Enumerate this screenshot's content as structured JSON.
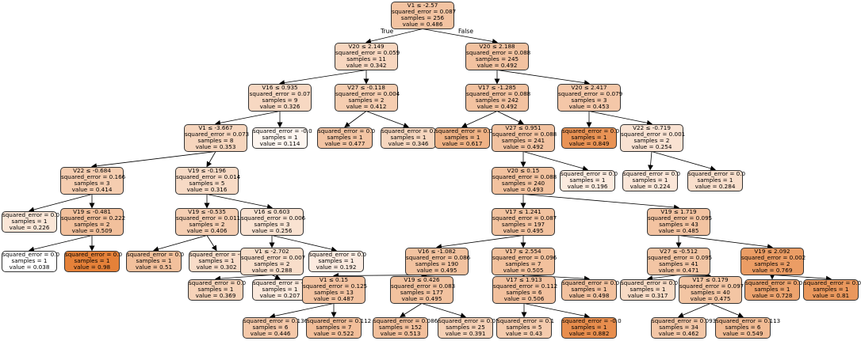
{
  "edge_labels": {
    "true_label": "True",
    "false_label": "False"
  },
  "nodes": [
    {
      "id": "n0",
      "lines": [
        "V1 ≤ -2.57",
        "squared_error = 0.087",
        "samples = 256",
        "value = 0.486"
      ]
    },
    {
      "id": "n1",
      "lines": [
        "V20 ≤ 2.149",
        "squared_error = 0.059",
        "samples = 11",
        "value = 0.342"
      ]
    },
    {
      "id": "n2",
      "lines": [
        "V20 ≤ 2.188",
        "squared_error = 0.088",
        "samples = 245",
        "value = 0.492"
      ]
    },
    {
      "id": "n3",
      "lines": [
        "V16 ≤ 0.935",
        "squared_error = 0.07",
        "samples = 9",
        "value = 0.326"
      ]
    },
    {
      "id": "n4",
      "lines": [
        "V27 ≤ -0.118",
        "squared_error = 0.004",
        "samples = 2",
        "value = 0.412"
      ]
    },
    {
      "id": "n5",
      "lines": [
        "V17 ≤ -1.285",
        "squared_error = 0.088",
        "samples = 242",
        "value = 0.492"
      ]
    },
    {
      "id": "n6",
      "lines": [
        "V20 ≤ 2.417",
        "squared_error = 0.079",
        "samples = 3",
        "value = 0.453"
      ]
    },
    {
      "id": "n7",
      "lines": [
        "V1 ≤ -3.667",
        "squared_error = 0.073",
        "samples = 8",
        "value = 0.353"
      ]
    },
    {
      "id": "n8",
      "lines": [
        "squared_error = -0.0",
        "samples = 1",
        "value = 0.114"
      ]
    },
    {
      "id": "n9",
      "lines": [
        "squared_error = 0.0",
        "samples = 1",
        "value = 0.477"
      ]
    },
    {
      "id": "n10",
      "lines": [
        "squared_error = 0.0",
        "samples = 1",
        "value = 0.346"
      ]
    },
    {
      "id": "n11",
      "lines": [
        "squared_error = 0.0",
        "samples = 1",
        "value = 0.617"
      ]
    },
    {
      "id": "n12",
      "lines": [
        "V27 ≤ 0.951",
        "squared_error = 0.088",
        "samples = 241",
        "value = 0.492"
      ]
    },
    {
      "id": "n13",
      "lines": [
        "squared_error = 0.0",
        "samples = 1",
        "value = 0.849"
      ]
    },
    {
      "id": "n14",
      "lines": [
        "V22 ≤ -0.719",
        "squared_error = 0.001",
        "samples = 2",
        "value = 0.254"
      ]
    },
    {
      "id": "n15",
      "lines": [
        "V22 ≤ -0.684",
        "squared_error = 0.166",
        "samples = 3",
        "value = 0.414"
      ]
    },
    {
      "id": "n16",
      "lines": [
        "V19 ≤ -0.196",
        "squared_error = 0.014",
        "samples = 5",
        "value = 0.316"
      ]
    },
    {
      "id": "n17",
      "lines": [
        "V20 ≤ 0.15",
        "squared_error = 0.088",
        "samples = 240",
        "value = 0.493"
      ]
    },
    {
      "id": "n18",
      "lines": [
        "squared_error = 0.0",
        "samples = 1",
        "value = 0.196"
      ]
    },
    {
      "id": "n19",
      "lines": [
        "squared_error = 0.0",
        "samples = 1",
        "value = 0.224"
      ]
    },
    {
      "id": "n20",
      "lines": [
        "squared_error = 0.0",
        "samples = 1",
        "value = 0.284"
      ]
    },
    {
      "id": "n21",
      "lines": [
        "squared_error = 0.0",
        "samples = 1",
        "value = 0.226"
      ]
    },
    {
      "id": "n22",
      "lines": [
        "V19 ≤ -0.481",
        "squared_error = 0.222",
        "samples = 2",
        "value = 0.509"
      ]
    },
    {
      "id": "n23",
      "lines": [
        "V19 ≤ -0.535",
        "squared_error = 0.011",
        "samples = 2",
        "value = 0.406"
      ]
    },
    {
      "id": "n24",
      "lines": [
        "V16 ≤ 0.603",
        "squared_error = 0.006",
        "samples = 3",
        "value = 0.256"
      ]
    },
    {
      "id": "n25",
      "lines": [
        "V17 ≤ 1.241",
        "squared_error = 0.087",
        "samples = 197",
        "value = 0.495"
      ]
    },
    {
      "id": "n26",
      "lines": [
        "V19 ≤ 1.719",
        "squared_error = 0.095",
        "samples = 43",
        "value = 0.485"
      ]
    },
    {
      "id": "n27",
      "lines": [
        "squared_error = 0.0",
        "samples = 1",
        "value = 0.038"
      ]
    },
    {
      "id": "n28",
      "lines": [
        "squared_error = 0.0",
        "samples = 1",
        "value = 0.98"
      ]
    },
    {
      "id": "n29",
      "lines": [
        "squared_error = 0.0",
        "samples = 1",
        "value = 0.51"
      ]
    },
    {
      "id": "n30",
      "lines": [
        "squared_error = -0.0",
        "samples = 1",
        "value = 0.302"
      ]
    },
    {
      "id": "n31",
      "lines": [
        "V1 ≤ -2.702",
        "squared_error = 0.007",
        "samples = 2",
        "value = 0.288"
      ]
    },
    {
      "id": "n32",
      "lines": [
        "squared_error = 0.0",
        "samples = 1",
        "value = 0.192"
      ]
    },
    {
      "id": "n33",
      "lines": [
        "V16 ≤ -1.082",
        "squared_error = 0.086",
        "samples = 190",
        "value = 0.495"
      ]
    },
    {
      "id": "n34",
      "lines": [
        "V17 ≤ 2.554",
        "squared_error = 0.096",
        "samples = 7",
        "value = 0.505"
      ]
    },
    {
      "id": "n35",
      "lines": [
        "V27 ≤ -0.512",
        "squared_error = 0.095",
        "samples = 41",
        "value = 0.471"
      ]
    },
    {
      "id": "n36",
      "lines": [
        "V19 ≤ 2.092",
        "squared_error = 0.002",
        "samples = 2",
        "value = 0.769"
      ]
    },
    {
      "id": "n37",
      "lines": [
        "squared_error = 0.0",
        "samples = 1",
        "value = 0.369"
      ]
    },
    {
      "id": "n38",
      "lines": [
        "squared_error = -0.0",
        "samples = 1",
        "value = 0.207"
      ]
    },
    {
      "id": "n39",
      "lines": [
        "V1 ≤ 0.15",
        "squared_error = 0.125",
        "samples = 13",
        "value = 0.487"
      ]
    },
    {
      "id": "n40",
      "lines": [
        "V19 ≤ 0.426",
        "squared_error = 0.083",
        "samples = 177",
        "value = 0.495"
      ]
    },
    {
      "id": "n41",
      "lines": [
        "V17 ≤ 1.913",
        "squared_error = 0.112",
        "samples = 6",
        "value = 0.506"
      ]
    },
    {
      "id": "n42",
      "lines": [
        "squared_error = 0.0",
        "samples = 1",
        "value = 0.498"
      ]
    },
    {
      "id": "n43",
      "lines": [
        "squared_error = 0.0",
        "samples = 1",
        "value = 0.317"
      ]
    },
    {
      "id": "n44",
      "lines": [
        "V17 ≤ 0.179",
        "squared_error = 0.097",
        "samples = 40",
        "value = 0.475"
      ]
    },
    {
      "id": "n45",
      "lines": [
        "squared_error = 0.0",
        "samples = 1",
        "value = 0.728"
      ]
    },
    {
      "id": "n46",
      "lines": [
        "squared_error = 0.0",
        "samples = 1",
        "value = 0.81"
      ]
    },
    {
      "id": "n47",
      "lines": [
        "squared_error = 0.136",
        "samples = 6",
        "value = 0.446"
      ]
    },
    {
      "id": "n48",
      "lines": [
        "squared_error = 0.112",
        "samples = 7",
        "value = 0.522"
      ]
    },
    {
      "id": "n49",
      "lines": [
        "squared_error = 0.086",
        "samples = 152",
        "value = 0.513"
      ]
    },
    {
      "id": "n50",
      "lines": [
        "squared_error = 0.055",
        "samples = 25",
        "value = 0.391"
      ]
    },
    {
      "id": "n51",
      "lines": [
        "squared_error = 0.1",
        "samples = 5",
        "value = 0.43"
      ]
    },
    {
      "id": "n52",
      "lines": [
        "squared_error = -0.0",
        "samples = 1",
        "value = 0.882"
      ]
    },
    {
      "id": "n53",
      "lines": [
        "squared_error = 0.093",
        "samples = 34",
        "value = 0.462"
      ]
    },
    {
      "id": "n54",
      "lines": [
        "squared_error = 0.113",
        "samples = 6",
        "value = 0.549"
      ]
    }
  ],
  "edges": [
    [
      "n0",
      "n1"
    ],
    [
      "n0",
      "n2"
    ],
    [
      "n1",
      "n3"
    ],
    [
      "n1",
      "n4"
    ],
    [
      "n2",
      "n5"
    ],
    [
      "n2",
      "n6"
    ],
    [
      "n3",
      "n7"
    ],
    [
      "n3",
      "n8"
    ],
    [
      "n4",
      "n9"
    ],
    [
      "n4",
      "n10"
    ],
    [
      "n5",
      "n11"
    ],
    [
      "n5",
      "n12"
    ],
    [
      "n6",
      "n13"
    ],
    [
      "n6",
      "n14"
    ],
    [
      "n7",
      "n15"
    ],
    [
      "n7",
      "n16"
    ],
    [
      "n12",
      "n17"
    ],
    [
      "n12",
      "n18"
    ],
    [
      "n14",
      "n19"
    ],
    [
      "n14",
      "n20"
    ],
    [
      "n15",
      "n21"
    ],
    [
      "n15",
      "n22"
    ],
    [
      "n16",
      "n23"
    ],
    [
      "n16",
      "n24"
    ],
    [
      "n17",
      "n25"
    ],
    [
      "n17",
      "n26"
    ],
    [
      "n22",
      "n27"
    ],
    [
      "n22",
      "n28"
    ],
    [
      "n23",
      "n29"
    ],
    [
      "n23",
      "n30"
    ],
    [
      "n24",
      "n31"
    ],
    [
      "n24",
      "n32"
    ],
    [
      "n25",
      "n33"
    ],
    [
      "n25",
      "n34"
    ],
    [
      "n26",
      "n35"
    ],
    [
      "n26",
      "n36"
    ],
    [
      "n31",
      "n37"
    ],
    [
      "n31",
      "n38"
    ],
    [
      "n33",
      "n39"
    ],
    [
      "n33",
      "n40"
    ],
    [
      "n34",
      "n41"
    ],
    [
      "n34",
      "n42"
    ],
    [
      "n35",
      "n43"
    ],
    [
      "n35",
      "n44"
    ],
    [
      "n36",
      "n45"
    ],
    [
      "n36",
      "n46"
    ],
    [
      "n39",
      "n47"
    ],
    [
      "n39",
      "n48"
    ],
    [
      "n40",
      "n49"
    ],
    [
      "n40",
      "n50"
    ],
    [
      "n41",
      "n51"
    ],
    [
      "n41",
      "n52"
    ],
    [
      "n44",
      "n53"
    ],
    [
      "n44",
      "n54"
    ]
  ]
}
